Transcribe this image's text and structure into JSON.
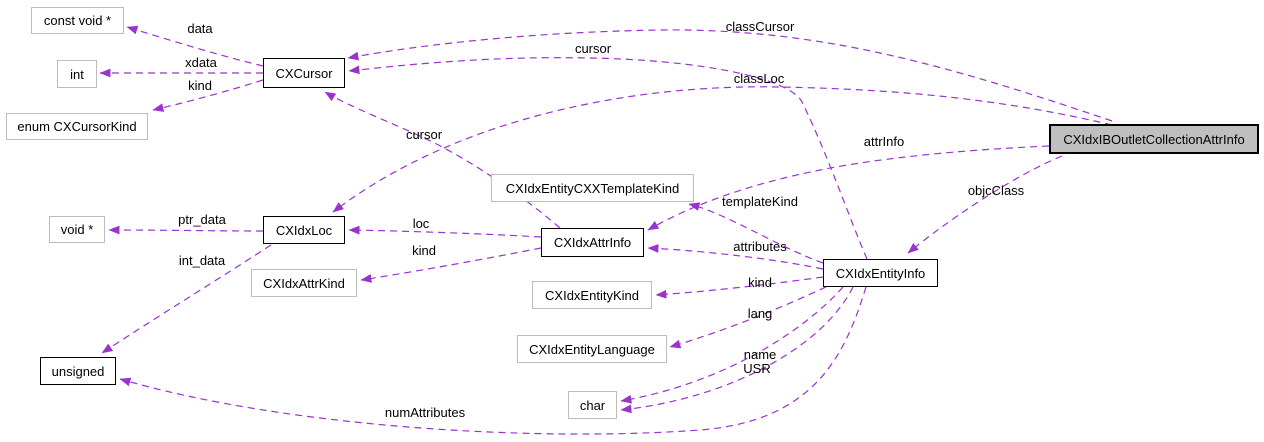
{
  "nodes": {
    "constVoidPtr": {
      "label": "const void *"
    },
    "int": {
      "label": "int"
    },
    "enumCXCursorKind": {
      "label": "enum CXCursorKind"
    },
    "cxCursor": {
      "label": "CXCursor"
    },
    "voidPtr": {
      "label": "void *"
    },
    "cxIdxLoc": {
      "label": "CXIdxLoc"
    },
    "cxIdxAttrKind": {
      "label": "CXIdxAttrKind"
    },
    "unsigned": {
      "label": "unsigned"
    },
    "cxIdxEntityCXXTemplateKind": {
      "label": "CXIdxEntityCXXTemplateKind"
    },
    "cxIdxAttrInfo": {
      "label": "CXIdxAttrInfo"
    },
    "cxIdxEntityKind": {
      "label": "CXIdxEntityKind"
    },
    "cxIdxEntityLanguage": {
      "label": "CXIdxEntityLanguage"
    },
    "char": {
      "label": "char"
    },
    "cxIdxEntityInfo": {
      "label": "CXIdxEntityInfo"
    },
    "main": {
      "label": "CXIdxIBOutletCollectionAttrInfo"
    }
  },
  "edge_labels": {
    "data": "data",
    "xdata": "xdata",
    "kind_cursor": "kind",
    "cursor_attr": "cursor",
    "cursor_entity": "cursor",
    "class_cursor": "classCursor",
    "class_loc": "classLoc",
    "attr_info": "attrInfo",
    "objc_class": "objcClass",
    "template_kind": "templateKind",
    "attributes": "attributes",
    "kind_entity": "kind",
    "lang": "lang",
    "name": "name",
    "usr": "USR",
    "num_attributes": "numAttributes",
    "loc": "loc",
    "kind_attr": "kind",
    "ptr_data": "ptr_data",
    "int_data": "int_data"
  },
  "colors": {
    "edge": "#9a32cd",
    "node_border": "#bcbcbc",
    "strong_border": "#000000",
    "main_fill": "#bfbfbf",
    "background": "#ffffff",
    "text": "#000000"
  }
}
